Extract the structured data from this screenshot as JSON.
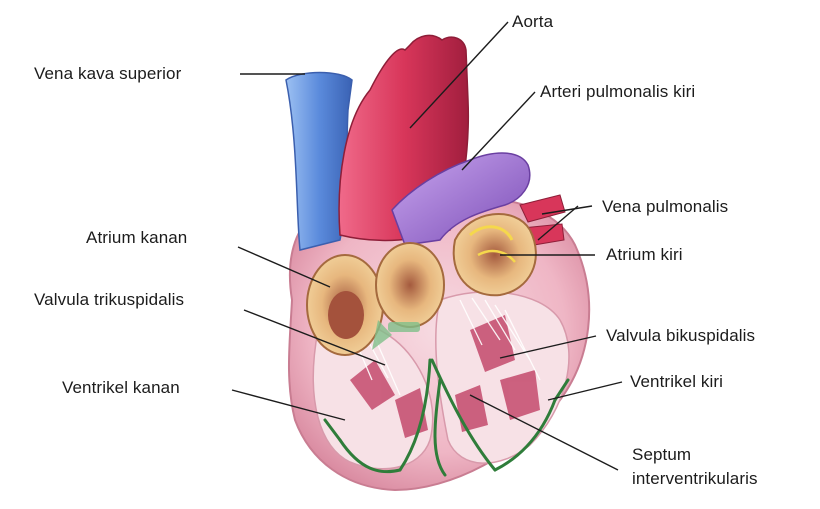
{
  "diagram": {
    "labels": {
      "aorta": "Aorta",
      "vena_kava_superior": "Vena kava superior",
      "arteri_pulmonalis_kiri": "Arteri pulmonalis kiri",
      "vena_pulmonalis": "Vena pulmonalis",
      "atrium_kanan": "Atrium kanan",
      "atrium_kiri": "Atrium kiri",
      "valvula_trikuspidalis": "Valvula trikuspidalis",
      "valvula_bikuspidalis": "Valvula bikuspidalis",
      "ventrikel_kanan": "Ventrikel kanan",
      "ventrikel_kiri": "Ventrikel kiri",
      "septum_line1": "Septum",
      "septum_line2": "interventrikularis"
    },
    "colors": {
      "vein_blue": "#4f7fd0",
      "aorta_red": "#d8365a",
      "pulmonary_purple": "#8a5cc4",
      "myocardium_pink": "#e8a3b4",
      "chamber_pink": "#f4d6dc",
      "atrium_tan": "#e7b77e",
      "conduction_green": "#2f7d3a"
    }
  }
}
